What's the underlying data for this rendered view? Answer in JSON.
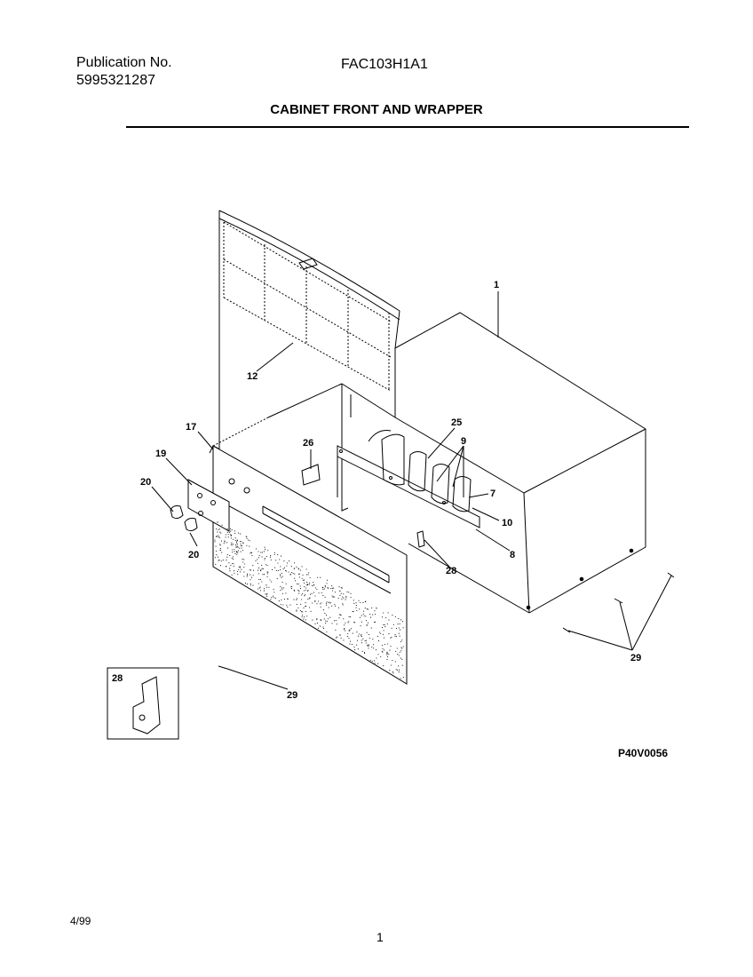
{
  "header": {
    "publication_label": "Publication No.",
    "publication_number": "5995321287",
    "model": "FAC103H1A1",
    "section_title": "CABINET FRONT AND WRAPPER"
  },
  "callouts": {
    "c1": "1",
    "c12": "12",
    "c17": "17",
    "c19": "19",
    "c20a": "20",
    "c20b": "20",
    "c25": "25",
    "c26": "26",
    "c9": "9",
    "c7": "7",
    "c10": "10",
    "c8": "8",
    "c28a": "28",
    "c28b": "28",
    "c29a": "29",
    "c29b": "29"
  },
  "footer": {
    "figure_code": "P40V0056",
    "date": "4/99",
    "page_number": "1"
  }
}
